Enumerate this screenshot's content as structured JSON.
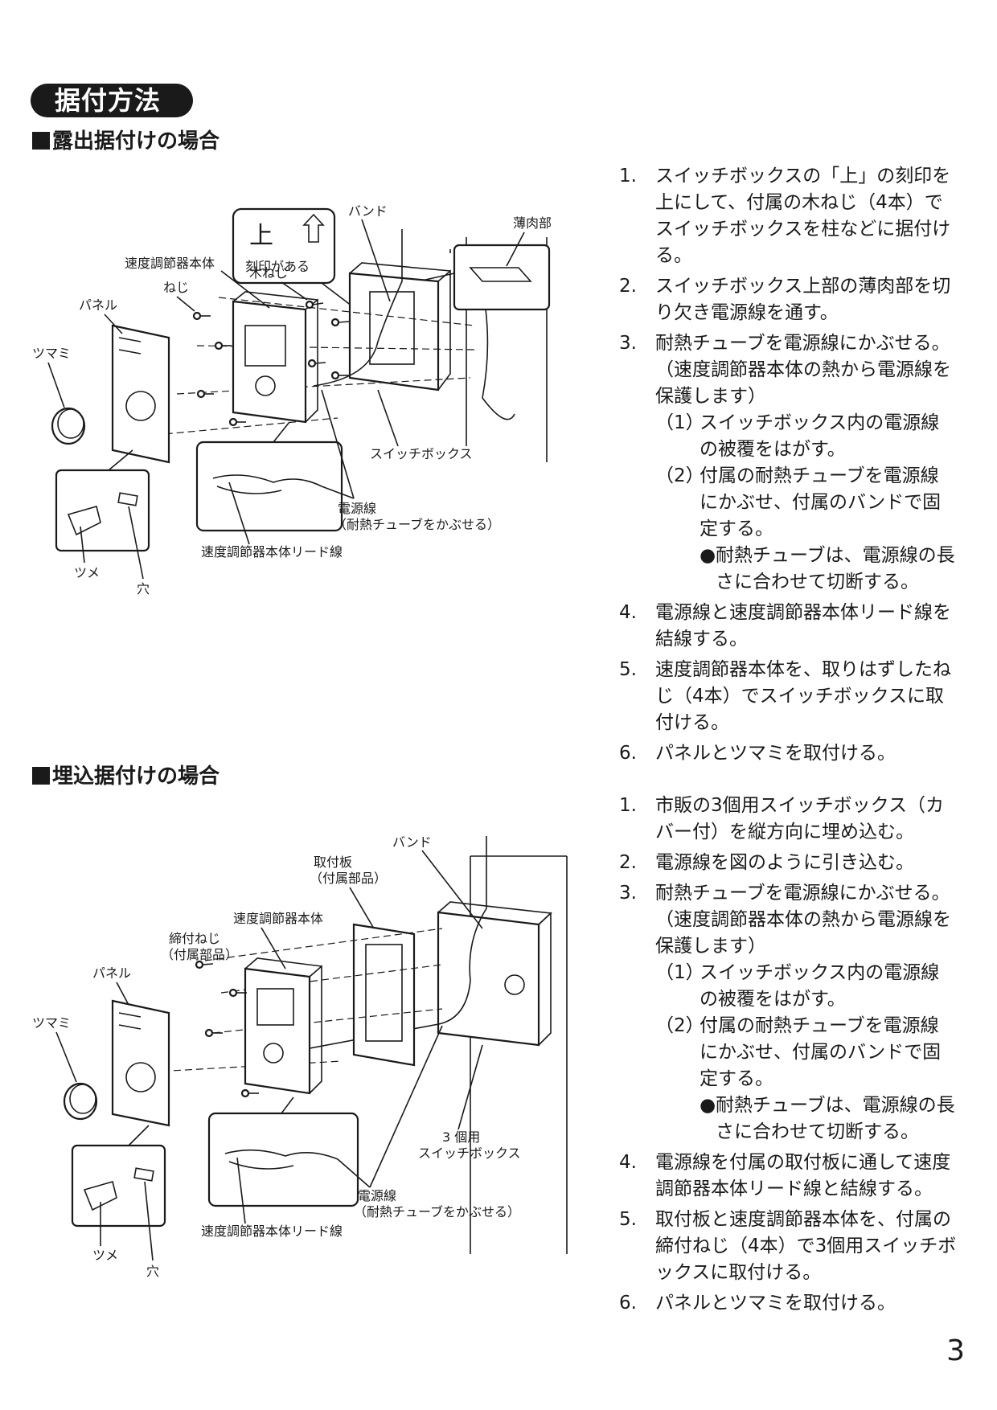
{
  "title": "据付方法",
  "exposed": {
    "heading": "露出据付けの場合",
    "labels": {
      "up_mark_char": "上",
      "up_mark_caption": "刻印がある",
      "band": "バンド",
      "thin_part": "薄肉部",
      "regulator_body": "速度調節器本体",
      "wood_screw": "木ねじ",
      "screw": "ねじ",
      "panel": "パネル",
      "knob": "ツマミ",
      "switch_box": "スイッチボックス",
      "power_wire": "電源線",
      "power_wire_note": "（耐熱チューブをかぶせる）",
      "lead_wire": "速度調節器本体リード線",
      "claw": "ツメ",
      "hole": "穴"
    },
    "steps": [
      {
        "num": "1.",
        "text": "スイッチボックスの「上」の刻印を上にして、付属の木ねじ（4本）でスイッチボックスを柱などに据付ける。"
      },
      {
        "num": "2.",
        "text": "スイッチボックス上部の薄肉部を切り欠き電源線を通す。"
      },
      {
        "num": "3.",
        "text": "耐熱チューブを電源線にかぶせる。（速度調節器本体の熱から電源線を保護します）",
        "substeps": [
          {
            "num": "（1）",
            "text": "スイッチボックス内の電源線の被覆をはがす。"
          },
          {
            "num": "（2）",
            "text": "付属の耐熱チューブを電源線にかぶせ、付属のバンドで固定する。"
          }
        ],
        "note": "耐熱チューブは、電源線の長さに合わせて切断する。"
      },
      {
        "num": "4.",
        "text": "電源線と速度調節器本体リード線を結線する。"
      },
      {
        "num": "5.",
        "text": "速度調節器本体を、取りはずしたねじ（4本）でスイッチボックスに取付ける。"
      },
      {
        "num": "6.",
        "text": "パネルとツマミを取付ける。"
      }
    ]
  },
  "embedded": {
    "heading": "埋込据付けの場合",
    "labels": {
      "band": "バンド",
      "mount_plate": "取付板",
      "mount_plate_note": "（付属部品）",
      "regulator_body": "速度調節器本体",
      "fastening_screw": "締付ねじ",
      "fastening_screw_note": "（付属部品）",
      "panel": "パネル",
      "knob": "ツマミ",
      "switch_box_line1": "3 個用",
      "switch_box_line2": "スイッチボックス",
      "power_wire": "電源線",
      "power_wire_note": "（耐熱チューブをかぶせる）",
      "lead_wire": "速度調節器本体リード線",
      "claw": "ツメ",
      "hole": "穴"
    },
    "steps": [
      {
        "num": "1.",
        "text": "市販の3個用スイッチボックス（カバー付）を縦方向に埋め込む。"
      },
      {
        "num": "2.",
        "text": "電源線を図のように引き込む。"
      },
      {
        "num": "3.",
        "text": "耐熱チューブを電源線にかぶせる。（速度調節器本体の熱から電源線を保護します）",
        "substeps": [
          {
            "num": "（1）",
            "text": "スイッチボックス内の電源線の被覆をはがす。"
          },
          {
            "num": "（2）",
            "text": "付属の耐熱チューブを電源線にかぶせ、付属のバンドで固定する。"
          }
        ],
        "note": "耐熱チューブは、電源線の長さに合わせて切断する。"
      },
      {
        "num": "4.",
        "text": "電源線を付属の取付板に通して速度調節器本体リード線と結線する。"
      },
      {
        "num": "5.",
        "text": "取付板と速度調節器本体を、付属の締付ねじ（4本）で3個用スイッチボックスに取付ける。"
      },
      {
        "num": "6.",
        "text": "パネルとツマミを取付ける。"
      }
    ]
  },
  "bullet": "●",
  "page_number": "3"
}
